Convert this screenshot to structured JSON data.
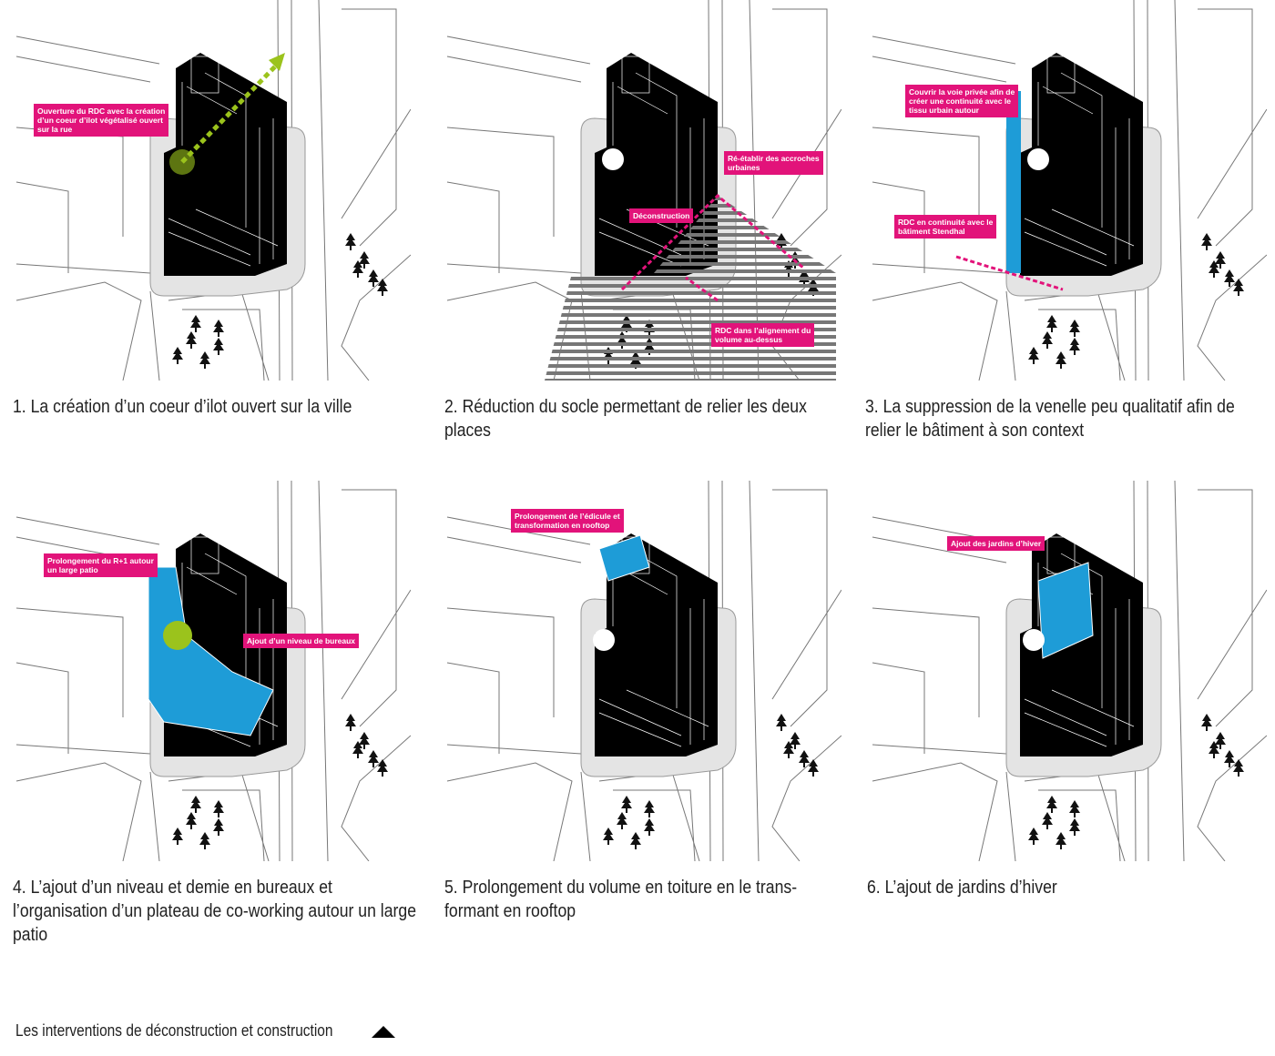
{
  "panels": [
    {
      "caption": "1. La création d’un coeur d’ilot ouvert sur la ville",
      "labels": [
        "Ouverture du RDC avec la création\nd’un coeur d’ilot végétalisé ouvert\nsur la rue"
      ]
    },
    {
      "caption": "2. Réduction du socle permettant de relier les deux places",
      "labels": [
        "Ré-établir des accroches\nurbaines",
        "Déconstruction",
        "RDC dans l’alignement du\nvolume au-dessus"
      ]
    },
    {
      "caption": "3. La suppression de la venelle peu qualitatif afin de relier le bâtiment à son context",
      "labels": [
        "Couvrir la voie privée afin de\ncréer une continuité avec le\ntissu urbain autour",
        "RDC en continuité avec le\nbâtiment Stendhal"
      ]
    },
    {
      "caption": "4. L’ajout d’un niveau et demie en bureaux et l’organisation d’un plateau de co-working autour un large patio",
      "labels": [
        "Prolongement du R+1 autour\nun large patio",
        "Ajout d’un niveau de bureaux"
      ]
    },
    {
      "caption": "5. Prolongement du volume en toiture en le trans-formant en rooftop",
      "labels": [
        "Prolongement de l’édicule et\ntransformation en rooftop"
      ]
    },
    {
      "caption": "6. L’ajout de jardins d’hiver",
      "labels": [
        "Ajout des jardins d’hiver"
      ]
    }
  ],
  "footer": "Les interventions de déconstruction et construction",
  "colors": {
    "magenta": "#e2137a",
    "blue": "#1e9cd7",
    "green": "#9bc31c",
    "black": "#000000"
  }
}
